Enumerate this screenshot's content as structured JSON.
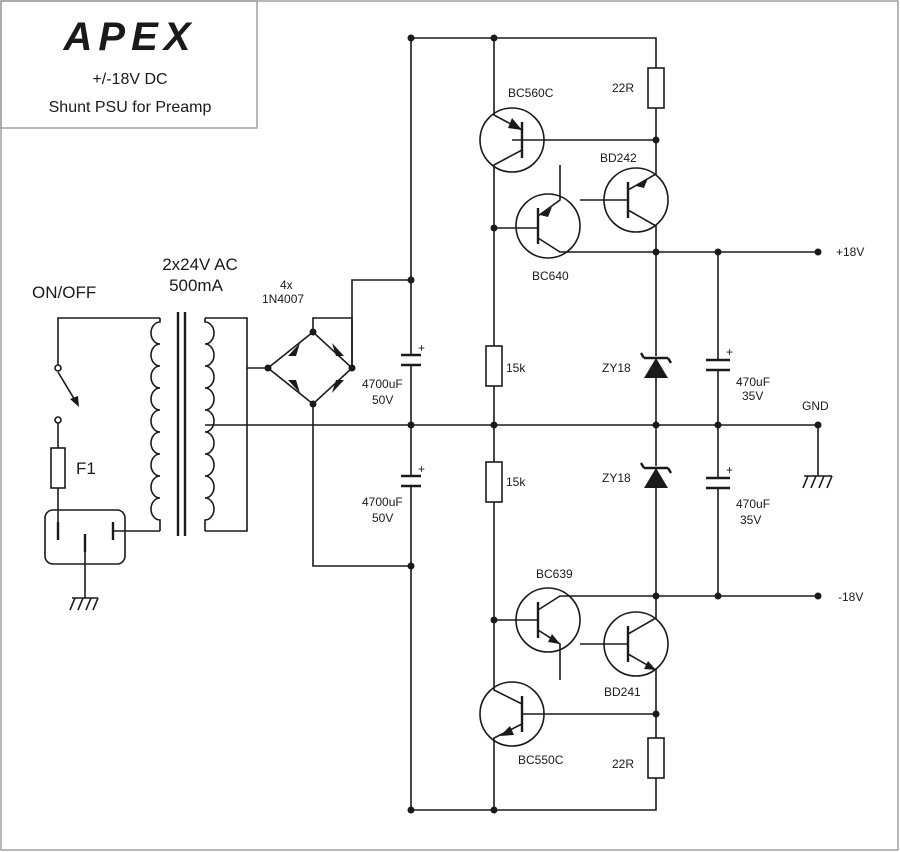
{
  "title_box": {
    "logo": "APEX",
    "line1": "+/-18V DC",
    "line2": "Shunt PSU for Preamp"
  },
  "labels": {
    "on_off": "ON/OFF",
    "transformer_line1": "2x24V AC",
    "transformer_line2": "500mA",
    "bridge_line1": "4x",
    "bridge_line2": "1N4007",
    "fuse": "F1",
    "cap_top_value": "4700uF",
    "cap_top_voltage": "50V",
    "cap_bot_value": "4700uF",
    "cap_bot_voltage": "50V",
    "res_top": "15k",
    "res_bot": "15k",
    "zener_top": "ZY18",
    "zener_bot": "ZY18",
    "cap_out_top_value": "470uF",
    "cap_out_top_voltage": "35V",
    "cap_out_bot_value": "470uF",
    "cap_out_bot_voltage": "35V",
    "t1": "BC560C",
    "t2": "BD242",
    "t3": "BC640",
    "t4": "BC639",
    "t5": "BD241",
    "t6": "BC550C",
    "r22_top": "22R",
    "r22_bot": "22R",
    "out_pos": "+18V",
    "out_gnd": "GND",
    "out_neg": "-18V",
    "plus": "+"
  }
}
